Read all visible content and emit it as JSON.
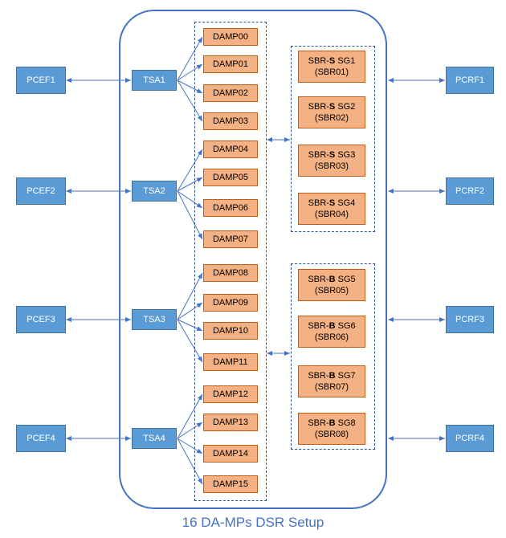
{
  "caption": "16 DA-MPs DSR Setup",
  "colors": {
    "frame": "#4472c4",
    "blue_box": "#5b9bd5",
    "orange_box": "#f4b183",
    "orange_border": "#c55a11",
    "connector": "#4472c4"
  },
  "pcef": [
    "PCEF1",
    "PCEF2",
    "PCEF3",
    "PCEF4"
  ],
  "tsa": [
    "TSA1",
    "TSA2",
    "TSA3",
    "TSA4"
  ],
  "pcrf": [
    "PCRF1",
    "PCRF2",
    "PCRF3",
    "PCRF4"
  ],
  "damp": [
    "DAMP00",
    "DAMP01",
    "DAMP02",
    "DAMP03",
    "DAMP04",
    "DAMP05",
    "DAMP06",
    "DAMP07",
    "DAMP08",
    "DAMP09",
    "DAMP10",
    "DAMP11",
    "DAMP12",
    "DAMP13",
    "DAMP14",
    "DAMP15"
  ],
  "sbr_s": [
    {
      "prefix": "SBR-",
      "tag": "S",
      "group": " SG1",
      "name": "(SBR01)"
    },
    {
      "prefix": "SBR-",
      "tag": "S",
      "group": " SG2",
      "name": "(SBR02)"
    },
    {
      "prefix": "SBR-",
      "tag": "S",
      "group": " SG3",
      "name": "(SBR03)"
    },
    {
      "prefix": "SBR-",
      "tag": "S",
      "group": " SG4",
      "name": "(SBR04)"
    }
  ],
  "sbr_b": [
    {
      "prefix": "SBR-",
      "tag": "B",
      "group": " SG5",
      "name": "(SBR05)"
    },
    {
      "prefix": "SBR-",
      "tag": "B",
      "group": " SG6",
      "name": "(SBR06)"
    },
    {
      "prefix": "SBR-",
      "tag": "B",
      "group": " SG7",
      "name": "(SBR07)"
    },
    {
      "prefix": "SBR-",
      "tag": "B",
      "group": " SG8",
      "name": "(SBR08)"
    }
  ]
}
